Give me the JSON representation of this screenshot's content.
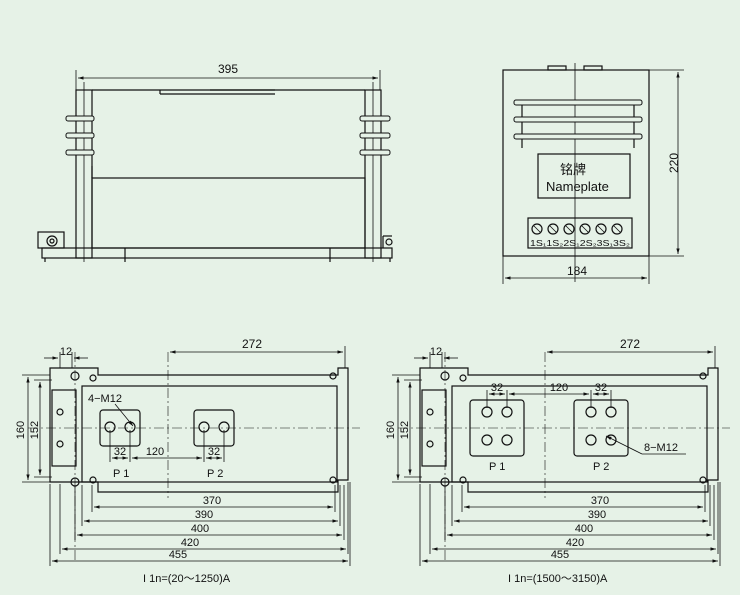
{
  "front_view": {
    "dim_width": "395"
  },
  "side_view": {
    "nameplate_cn": "铭牌",
    "nameplate_en": "Nameplate",
    "terminals": "1S₁1S₂2S₁2S₂3S₁3S₂",
    "dim_height": "220",
    "dim_width": "184"
  },
  "bottom_left": {
    "dim_12": "12",
    "dim_272": "272",
    "thread": "4−M12",
    "dim_32a": "32",
    "dim_32b": "32",
    "dim_120": "120",
    "p1": "P 1",
    "p2": "P 2",
    "dim_160": "160",
    "dim_152": "152",
    "dim_370": "370",
    "dim_390": "390",
    "dim_400": "400",
    "dim_420": "420",
    "dim_455": "455",
    "caption": "I 1n=(20～1250)A"
  },
  "bottom_right": {
    "dim_12": "12",
    "dim_272": "272",
    "thread": "8−M12",
    "dim_32a": "32",
    "dim_32b": "32",
    "dim_120": "120",
    "p1": "P 1",
    "p2": "P 2",
    "dim_160": "160",
    "dim_152": "152",
    "dim_370": "370",
    "dim_390": "390",
    "dim_400": "400",
    "dim_420": "420",
    "dim_455": "455",
    "caption": "I 1n=(1500～3150)A"
  }
}
